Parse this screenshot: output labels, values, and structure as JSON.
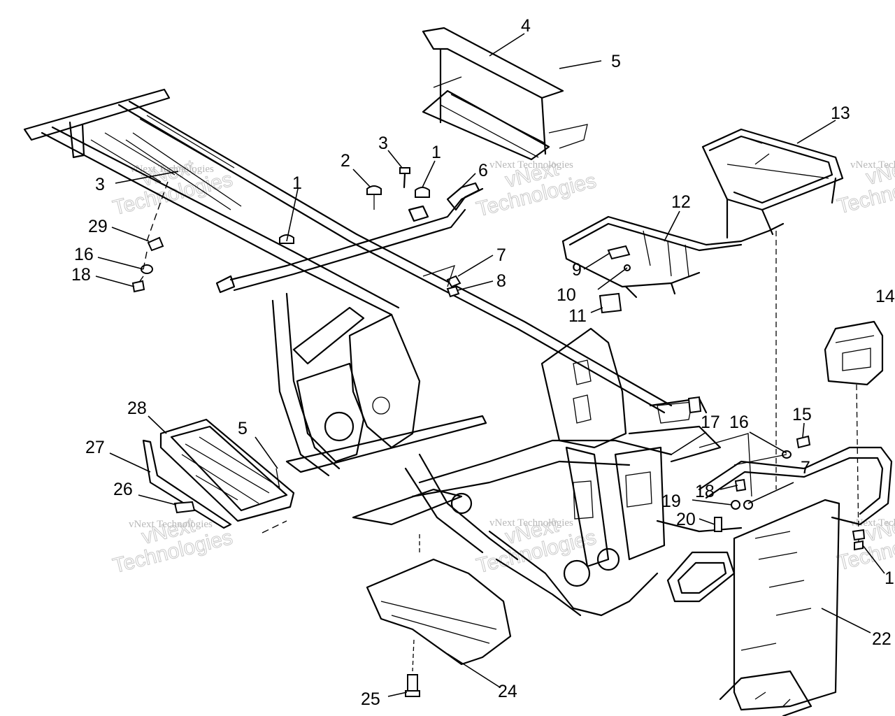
{
  "callouts": [
    {
      "id": "c4",
      "label": "4"
    },
    {
      "id": "c5a",
      "label": "5"
    },
    {
      "id": "c13",
      "label": "13"
    },
    {
      "id": "c3a",
      "label": "3"
    },
    {
      "id": "c1a",
      "label": "1"
    },
    {
      "id": "c2",
      "label": "2"
    },
    {
      "id": "c6",
      "label": "6"
    },
    {
      "id": "c3b",
      "label": "3"
    },
    {
      "id": "c1b",
      "label": "1"
    },
    {
      "id": "c12",
      "label": "12"
    },
    {
      "id": "c29",
      "label": "29"
    },
    {
      "id": "c16a",
      "label": "16"
    },
    {
      "id": "c18a",
      "label": "18"
    },
    {
      "id": "c7a",
      "label": "7"
    },
    {
      "id": "c8",
      "label": "8"
    },
    {
      "id": "c9",
      "label": "9"
    },
    {
      "id": "c10",
      "label": "10"
    },
    {
      "id": "c11",
      "label": "11"
    },
    {
      "id": "c14",
      "label": "14"
    },
    {
      "id": "c28",
      "label": "28"
    },
    {
      "id": "c5b",
      "label": "5"
    },
    {
      "id": "c27",
      "label": "27"
    },
    {
      "id": "c26",
      "label": "26"
    },
    {
      "id": "c17",
      "label": "17"
    },
    {
      "id": "c16b",
      "label": "16"
    },
    {
      "id": "c15",
      "label": "15"
    },
    {
      "id": "c7b",
      "label": "7"
    },
    {
      "id": "c18b",
      "label": "18"
    },
    {
      "id": "c19",
      "label": "19"
    },
    {
      "id": "c20",
      "label": "20"
    },
    {
      "id": "c1c",
      "label": "1"
    },
    {
      "id": "c22",
      "label": "22"
    },
    {
      "id": "c24",
      "label": "24"
    },
    {
      "id": "c25",
      "label": "25"
    }
  ],
  "watermark": {
    "line1": "vNext",
    "line2": "Technologies",
    "small": "vNext Technologies"
  },
  "colors": {
    "ink": "#000000",
    "paper": "#ffffff",
    "watermark": "#c9c9c9"
  }
}
